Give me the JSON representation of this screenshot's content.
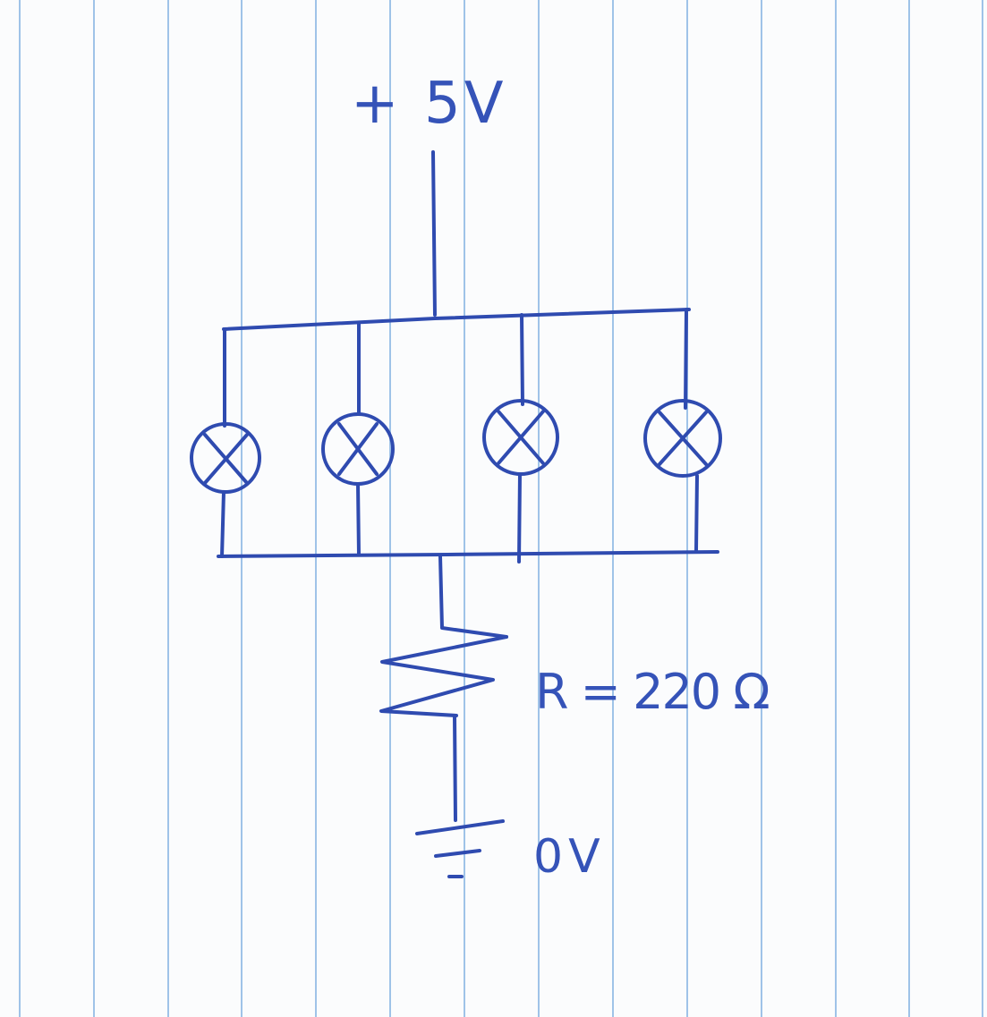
{
  "supply": {
    "label": "+ 5V"
  },
  "lamps": [
    {
      "symbol": "lamp"
    },
    {
      "symbol": "lamp"
    },
    {
      "symbol": "lamp"
    },
    {
      "symbol": "lamp"
    }
  ],
  "resistor": {
    "label": "R = 220 Ω"
  },
  "ground": {
    "label": "0V"
  },
  "colors": {
    "ink": "#2f4bb0",
    "paper": "#fbfcfd",
    "ruling": "#9fc3e8"
  }
}
